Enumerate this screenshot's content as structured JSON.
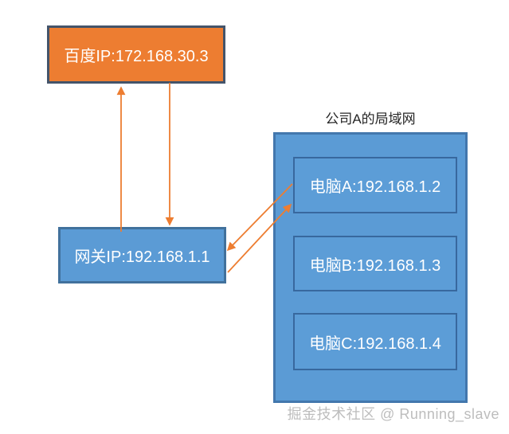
{
  "nodes": {
    "baidu": {
      "label": "百度IP:172.168.30.3"
    },
    "gateway": {
      "label": "网关IP:192.168.1.1"
    },
    "lan": {
      "title": "公司A的局域网",
      "computers": [
        {
          "label": "电脑A:192.168.1.2"
        },
        {
          "label": "电脑B:192.168.1.3"
        },
        {
          "label": "电脑C:192.168.1.4"
        }
      ]
    }
  },
  "edges": [
    {
      "from": "gateway",
      "to": "baidu",
      "direction": "up"
    },
    {
      "from": "baidu",
      "to": "gateway",
      "direction": "down"
    },
    {
      "from": "computer-a",
      "to": "gateway",
      "direction": "diagonal-left"
    },
    {
      "from": "gateway",
      "to": "computer-a",
      "direction": "diagonal-right"
    }
  ],
  "watermark": "掘金技术社区 @ Running_slave",
  "colors": {
    "orange_fill": "#ED7D31",
    "orange_border": "#44546A",
    "blue_fill": "#5B9BD5",
    "blue_border": "#41719C",
    "lan_border": "#4377AD",
    "inner_fill": "#5C9DD7",
    "inner_border": "#38689E",
    "arrow_color": "#ED7D31",
    "title_color": "#262626",
    "watermark_color": "#BDBDBD"
  }
}
